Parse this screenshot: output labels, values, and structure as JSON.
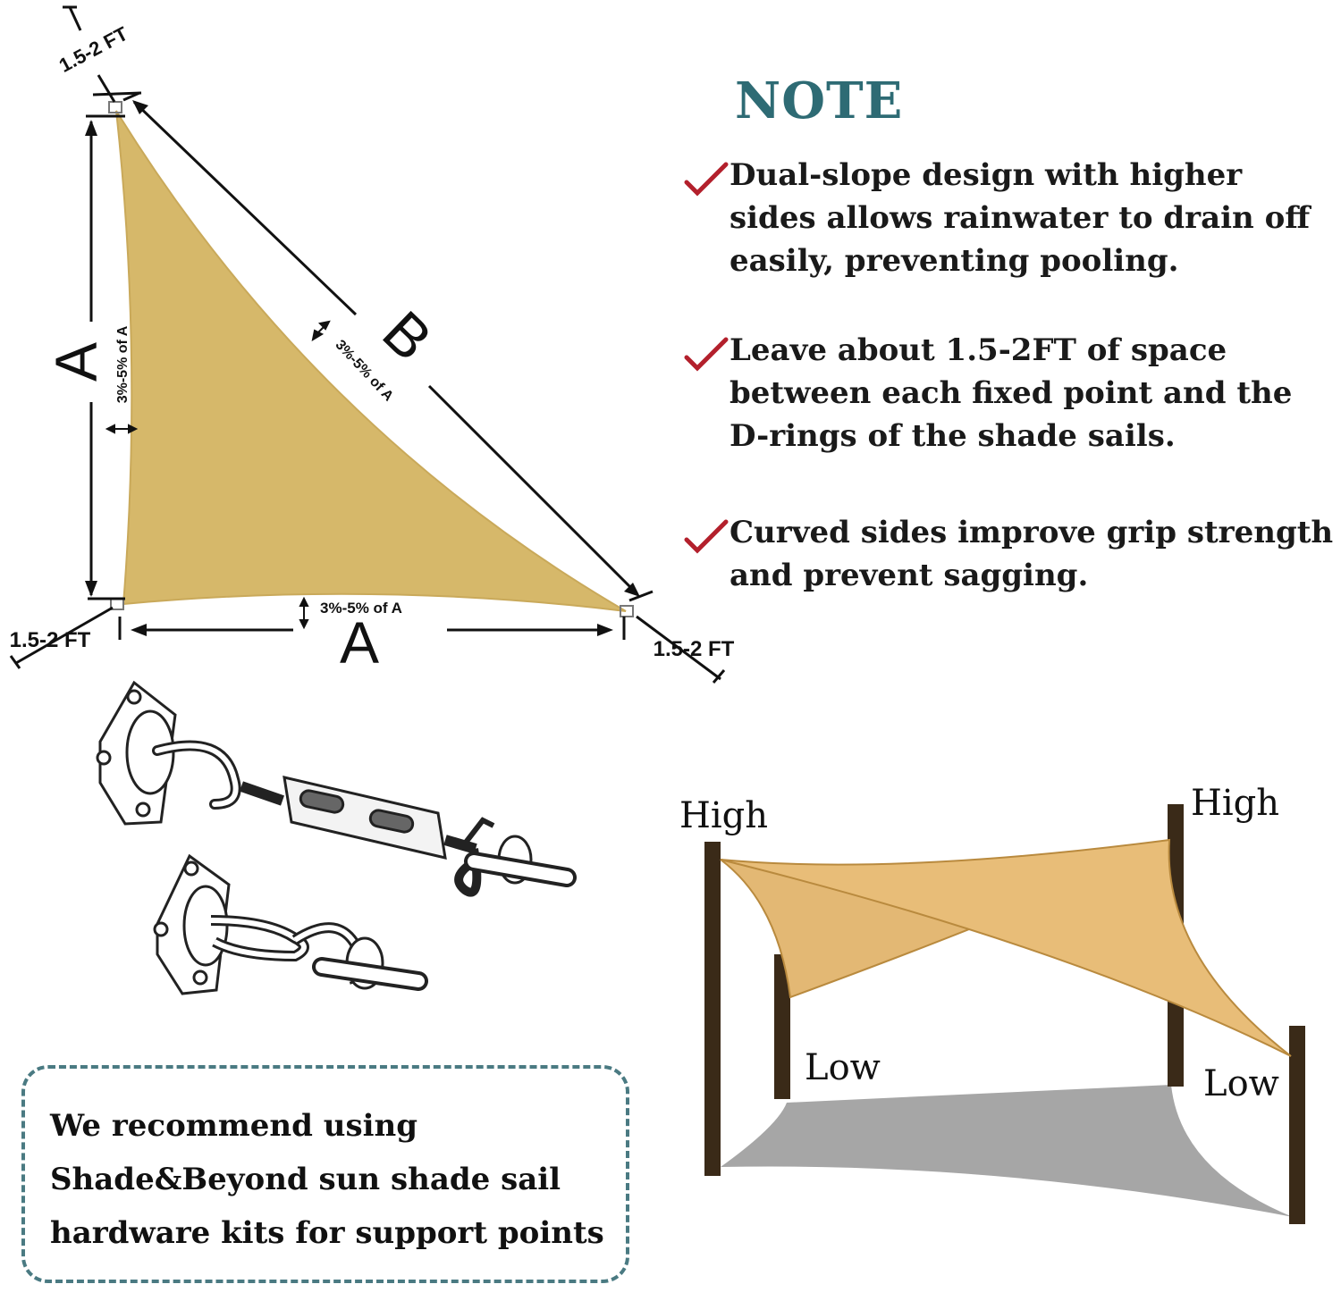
{
  "diagram": {
    "labels": {
      "side_a_left": "A",
      "side_a_bottom": "A",
      "side_b": "B",
      "sag_left": "3%-5% of A",
      "sag_hyp": "3%-5% of A",
      "sag_bottom": "3%-5% of A",
      "gap_top": "1.5-2 FT",
      "gap_left": "1.5-2 FT",
      "gap_right": "1.5-2 FT"
    },
    "colors": {
      "sail": "#d6b86a",
      "line": "#111111"
    }
  },
  "hardware": {
    "icons": [
      "pad-eye-turnbuckle-hook-icon",
      "pad-eye-snap-hook-icon"
    ]
  },
  "note": {
    "title": "NOTE",
    "title_color": "#2e6b74",
    "check_color": "#b3202c",
    "items": [
      {
        "lines": [
          "Dual-slope design with higher",
          "sides allows rainwater to drain off",
          "easily, preventing pooling."
        ]
      },
      {
        "lines": [
          "Leave about 1.5-2FT of space",
          "between each fixed point and the",
          "D-rings of the shade sails."
        ]
      },
      {
        "lines": [
          "Curved sides improve grip strength",
          "and prevent sagging."
        ]
      }
    ]
  },
  "recommendation": {
    "lines": [
      "We recommend using",
      "Shade&Beyond sun shade sail",
      "hardware kits for support points"
    ],
    "border_color": "#4a7a82"
  },
  "install_scene": {
    "labels": {
      "high_left": "High",
      "high_right": "High",
      "low_left": "Low",
      "low_right": "Low"
    },
    "colors": {
      "post": "#3a2a18",
      "sail": "#e3b874",
      "shadow": "#a6a6a6"
    }
  }
}
